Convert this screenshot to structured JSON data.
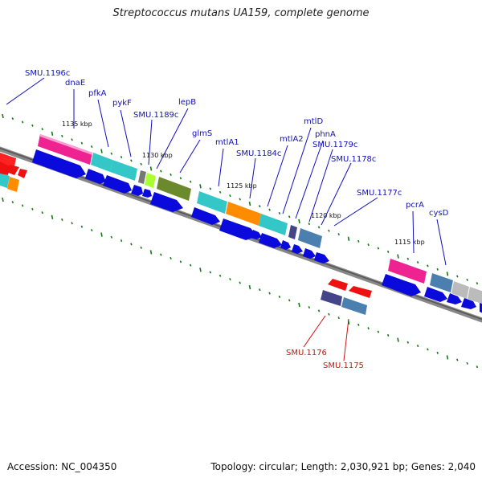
{
  "title": "Streptococcus mutans UA159, complete genome",
  "footer": {
    "accession": "Accession: NC_004350",
    "summary": "Topology: circular; Length: 2,030,921 bp; Genes: 2,040"
  },
  "colors": {
    "backbone": "#888888",
    "forward_arrow": "#0a0adc",
    "reverse_arrow": "#ee1111",
    "forward_label": "#1010c0",
    "reverse_label": "#d01010",
    "tick": "#137a13"
  },
  "scale_labels": [
    "1135 kbp",
    "1130 kbp",
    "1125 kbp",
    "1120 kbp",
    "1115 kbp"
  ],
  "forward_labels": [
    "SMU.1196c",
    "dnaE",
    "pfkA",
    "pykF",
    "SMU.1189c",
    "lepB",
    "glmS",
    "mtlA1",
    "SMU.1184c",
    "mtlA2",
    "mtlD",
    "phnA",
    "SMU.1179c",
    "SMU.1178c",
    "SMU.1177c",
    "pcrA",
    "cysD"
  ],
  "reverse_labels": [
    "SMU.1176",
    "SMU.1175"
  ]
}
